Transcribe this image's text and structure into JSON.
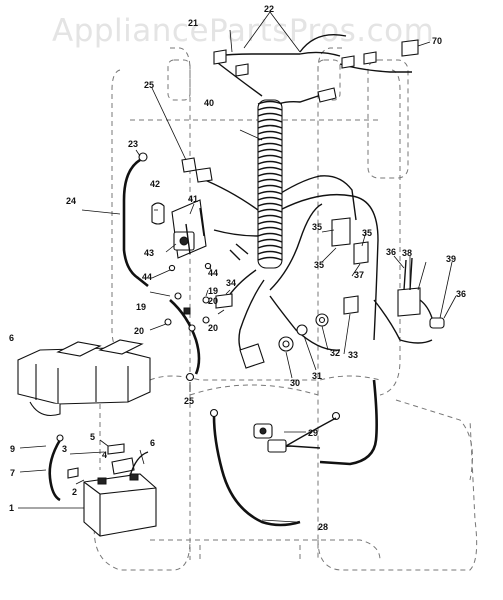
{
  "watermark": "AppliancePartsPros.com",
  "callouts": [
    {
      "id": "c1",
      "label": "1"
    },
    {
      "id": "c2",
      "label": "2"
    },
    {
      "id": "c3",
      "label": "3"
    },
    {
      "id": "c4",
      "label": "4"
    },
    {
      "id": "c5",
      "label": "5"
    },
    {
      "id": "c6a",
      "label": "6"
    },
    {
      "id": "c6b",
      "label": "6"
    },
    {
      "id": "c7",
      "label": "7"
    },
    {
      "id": "c9",
      "label": "9"
    },
    {
      "id": "c19a",
      "label": "19"
    },
    {
      "id": "c19b",
      "label": "19"
    },
    {
      "id": "c20a",
      "label": "20"
    },
    {
      "id": "c20b",
      "label": "20"
    },
    {
      "id": "c20c",
      "label": "20"
    },
    {
      "id": "c21",
      "label": "21"
    },
    {
      "id": "c22",
      "label": "22"
    },
    {
      "id": "c23",
      "label": "23"
    },
    {
      "id": "c24",
      "label": "24"
    },
    {
      "id": "c25a",
      "label": "25"
    },
    {
      "id": "c25b",
      "label": "25"
    },
    {
      "id": "c28",
      "label": "28"
    },
    {
      "id": "c29",
      "label": "29"
    },
    {
      "id": "c30",
      "label": "30"
    },
    {
      "id": "c31",
      "label": "31"
    },
    {
      "id": "c32",
      "label": "32"
    },
    {
      "id": "c33",
      "label": "33"
    },
    {
      "id": "c34",
      "label": "34"
    },
    {
      "id": "c35a",
      "label": "35"
    },
    {
      "id": "c35b",
      "label": "35"
    },
    {
      "id": "c35c",
      "label": "35"
    },
    {
      "id": "c36a",
      "label": "36"
    },
    {
      "id": "c36b",
      "label": "36"
    },
    {
      "id": "c37",
      "label": "37"
    },
    {
      "id": "c38",
      "label": "38"
    },
    {
      "id": "c39",
      "label": "39"
    },
    {
      "id": "c40",
      "label": "40"
    },
    {
      "id": "c41",
      "label": "41"
    },
    {
      "id": "c42",
      "label": "42"
    },
    {
      "id": "c43",
      "label": "43"
    },
    {
      "id": "c44a",
      "label": "44"
    },
    {
      "id": "c44b",
      "label": "44"
    },
    {
      "id": "c70",
      "label": "70"
    }
  ]
}
